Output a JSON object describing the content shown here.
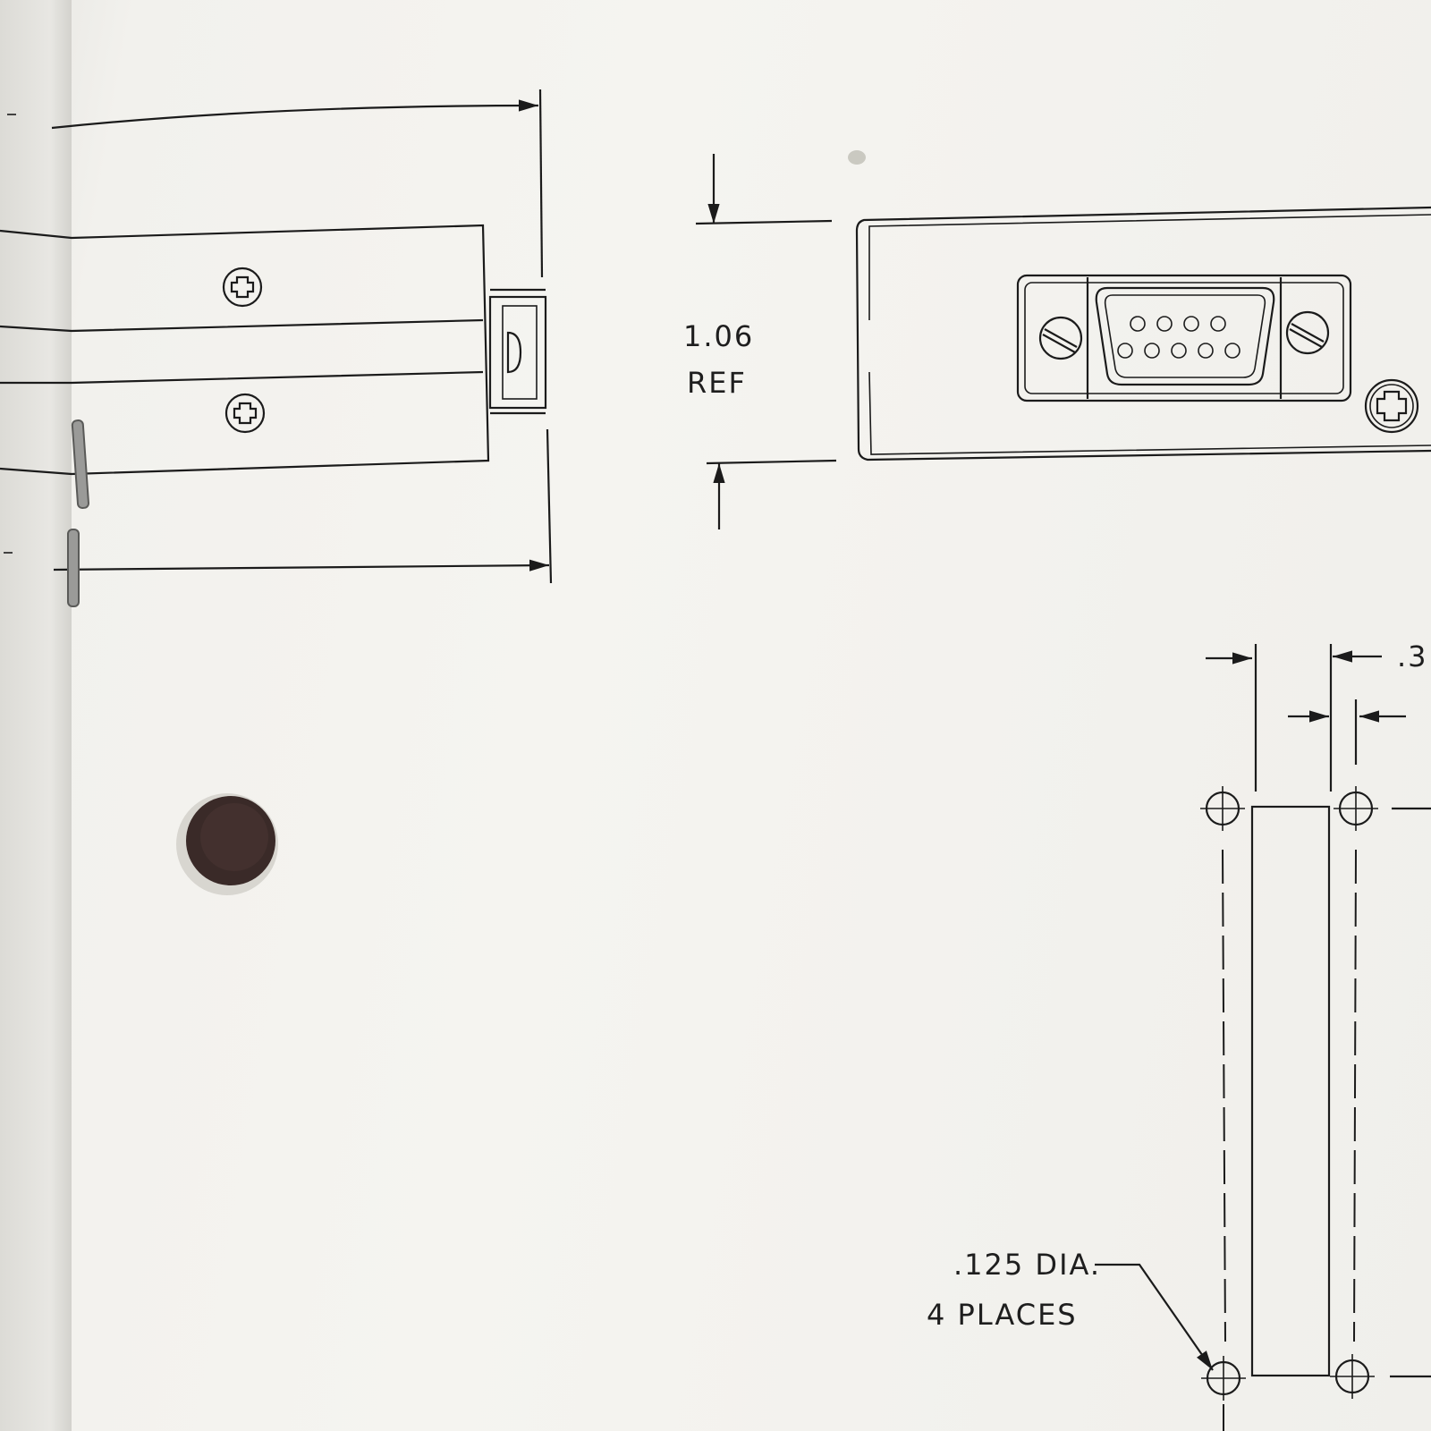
{
  "labels": {
    "height_value": "1.06",
    "height_ref": "REF",
    "top_right_dim": ".3",
    "hole_dia": ".125 DIA.",
    "hole_places": "4 PLACES"
  },
  "colors": {
    "paper": "#f3f2ee",
    "ink": "#1b1b1b",
    "punch_hole": "#3a2a28"
  }
}
